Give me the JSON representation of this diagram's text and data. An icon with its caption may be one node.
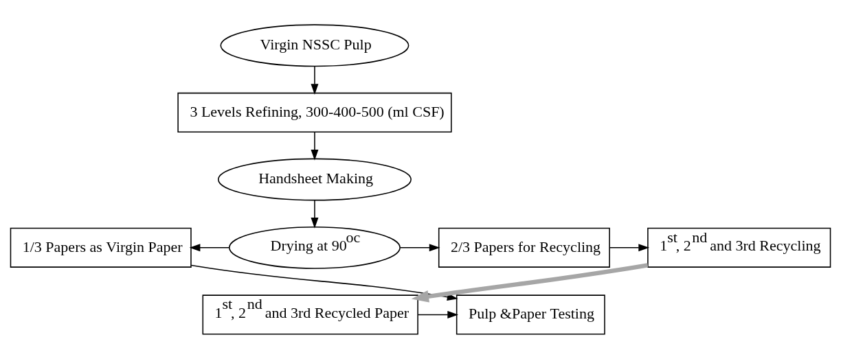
{
  "diagram": {
    "nodes": [
      {
        "text": [
          "Virgin NSSC Pulp"
        ]
      },
      {
        "text": [
          "3 Levels Refining, 300-400-500 (ml CSF)"
        ]
      },
      {
        "text": [
          "Handsheet Making"
        ]
      },
      {
        "text": [
          "Drying at 90$^{oc}$"
        ]
      },
      {
        "text": [
          "1/3 Papers as Virgin Paper"
        ]
      },
      {
        "text": [
          "2/3 Papers for Recycling"
        ]
      },
      {
        "text": [
          "1$^{st}$, 2$^{nd}$ and 3rd Recycling"
        ]
      },
      {
        "text": [
          "Pulp &Paper Testing"
        ]
      },
      {
        "text": [
          "1$^{st}$, 2$^{nd}$ and 3rd Recycled Paper"
        ]
      }
    ],
    "edges": [
      {
        "from": 0,
        "to": 1,
        "arrow": "to"
      },
      {
        "from": 1,
        "to": 2,
        "arrow": "to"
      },
      {
        "from": 2,
        "to": 3,
        "arrow": "to"
      },
      {
        "from": 3,
        "to": 4,
        "arrow": "to"
      },
      {
        "from": 3,
        "to": 5,
        "arrow": "to"
      },
      {
        "from": 5,
        "to": 6,
        "arrow": "to"
      },
      {
        "from": 6,
        "to": 8,
        "arrow": "to",
        "style": "thick",
        "color": "#a6a6a6"
      },
      {
        "from": 4,
        "to": 7,
        "arrow": "to"
      },
      {
        "from": 8,
        "to": 7,
        "arrow": "to"
      }
    ]
  }
}
